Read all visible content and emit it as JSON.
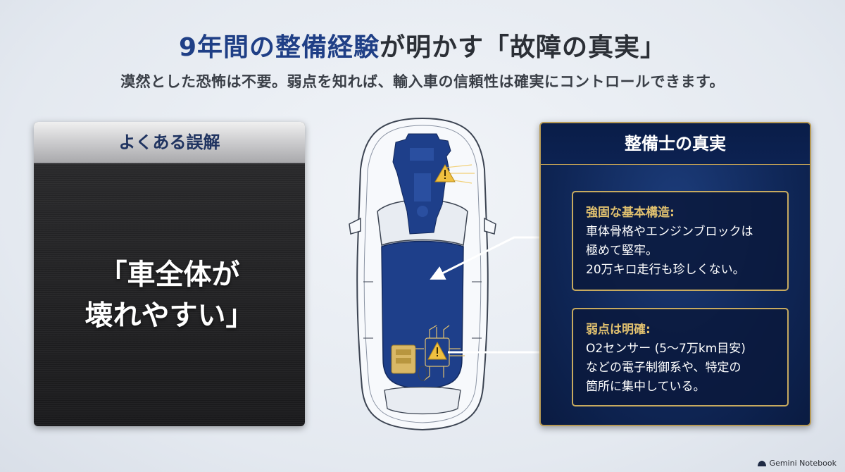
{
  "title": {
    "highlight": "9年間の整備経験",
    "rest": "が明かす「故障の真実」"
  },
  "subtitle": "漠然とした恐怖は不要。弱点を知れば、輸入車の信頼性は確実にコントロールできます。",
  "left_panel": {
    "header": "よくある誤解",
    "quote_line1": "「車全体が",
    "quote_line2": "壊れやすい」"
  },
  "right_panel": {
    "header": "整備士の真実",
    "box1": {
      "title": "強固な基本構造:",
      "lines": [
        "車体骨格やエンジンブロックは",
        "極めて堅牢。",
        "20万キロ走行も珍しくない。"
      ]
    },
    "box2": {
      "title": "弱点は明確:",
      "lines": [
        "O2センサー (5〜7万km目安)",
        "などの電子制御系や、特定の",
        "箇所に集中している。"
      ]
    }
  },
  "footer": "Gemini Notebook",
  "colors": {
    "title_highlight": "#1f3f86",
    "navy_panel": "#0f2656",
    "gold_accent": "#c7aa5f",
    "warning_yellow": "#f0c040"
  },
  "icons": {
    "warning": "warning-triangle-icon",
    "engine": "engine-icon",
    "sensor": "sensor-chip-icon"
  }
}
